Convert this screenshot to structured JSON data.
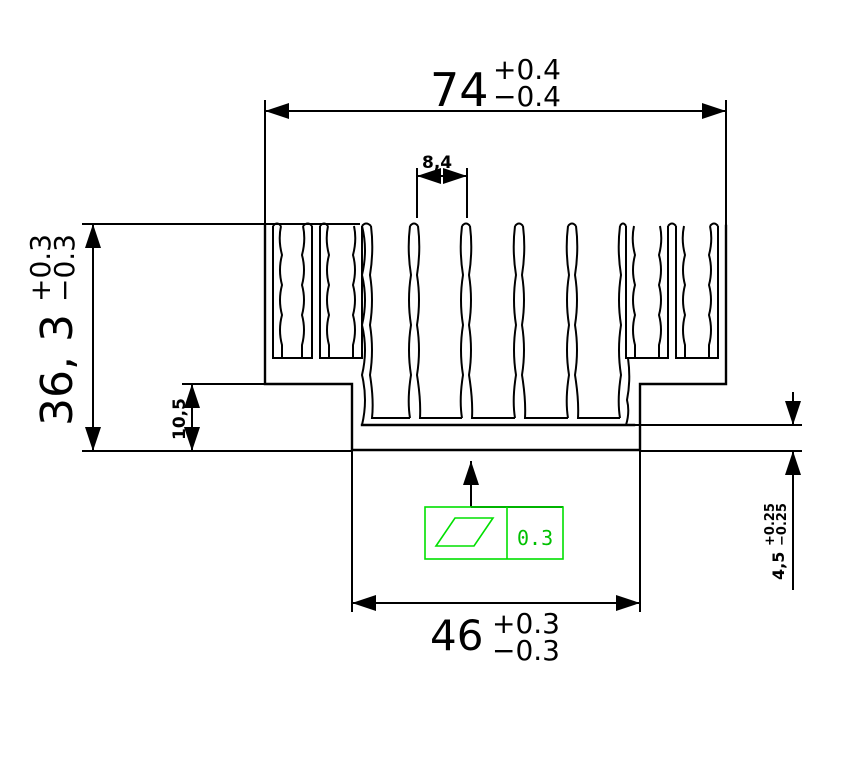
{
  "drawing": {
    "dimensions": {
      "overall_width": {
        "value": "74",
        "tol_plus": "+0.4",
        "tol_minus": "−0.4"
      },
      "fin_pitch": {
        "value": "8,4"
      },
      "overall_height": {
        "value": "36, 3",
        "tol_plus": "+0.3",
        "tol_minus": "−0.3"
      },
      "step_height": {
        "value": "10,5"
      },
      "base_width": {
        "value": "46",
        "tol_plus": "+0.3",
        "tol_minus": "−0.3"
      },
      "base_thickness": {
        "value": "4,5",
        "tol_plus": "+0.25",
        "tol_minus": "−0.25"
      }
    },
    "flatness_callout": {
      "symbol": "flatness-parallelogram",
      "value": "0.3",
      "color": "#00e000"
    }
  }
}
